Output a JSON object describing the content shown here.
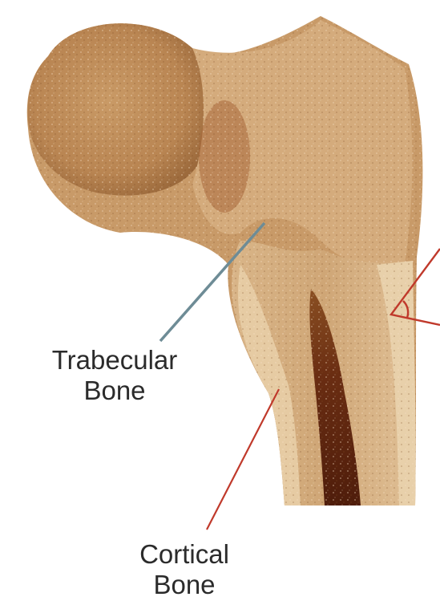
{
  "diagram": {
    "subject": "Cross-section of the proximal femur",
    "labels": [
      {
        "id": "trabecular",
        "lines": [
          "Trabecular",
          "Bone"
        ],
        "pointer_color": "#6e8c96"
      },
      {
        "id": "cortical",
        "lines": [
          "Cortical",
          "Bone"
        ],
        "pointer_color": "#c0392b"
      }
    ],
    "colors": {
      "background": "#ffffff",
      "bone_light": "#d9b588",
      "bone_mid": "#c4935e",
      "bone_dark": "#8a4f22",
      "medullary_canal": "#5a2410",
      "cortex_pale": "#e6cba3",
      "angle_marker": "#c0392b"
    }
  }
}
